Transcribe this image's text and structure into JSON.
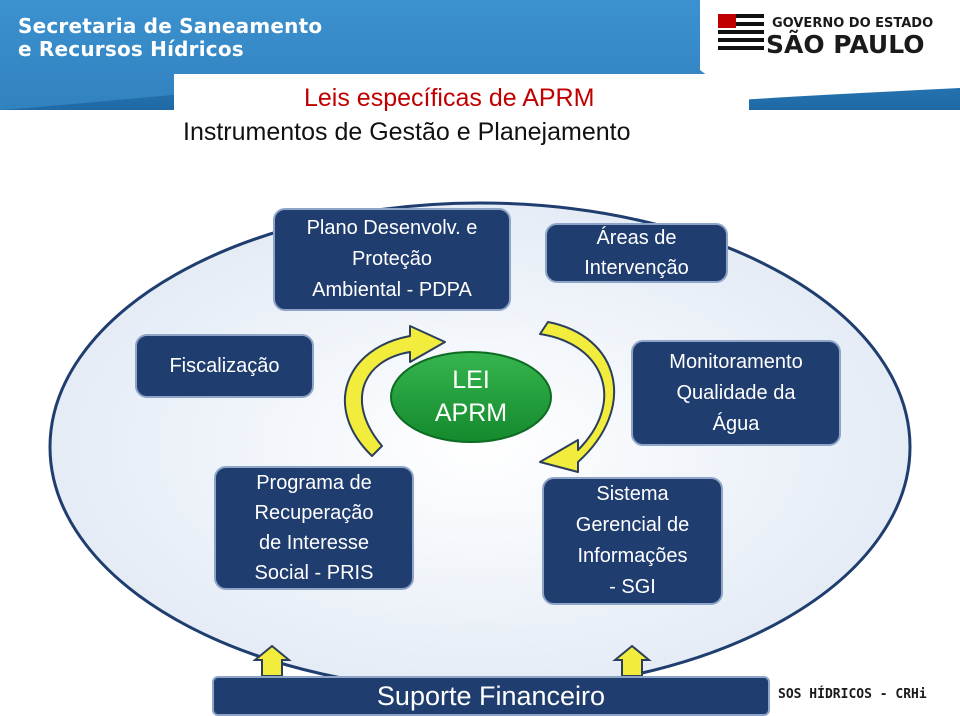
{
  "header": {
    "line1": "Secretaria de Saneamento",
    "line2": "e Recursos Hídricos",
    "gov_line1": "GOVERNO DO ESTADO",
    "gov_line2": "SÃO PAULO"
  },
  "title": {
    "line1": "Leis específicas de APRM",
    "line2": "Instrumentos de Gestão e Planejamento"
  },
  "center": {
    "line1": "LEI",
    "line2": "APRM"
  },
  "boxes": {
    "pdpa": [
      "Plano Desenvolv. e",
      "Proteção",
      "Ambiental - PDPA"
    ],
    "areas": [
      "Áreas de",
      "Intervenção"
    ],
    "fiscalizacao": [
      "Fiscalização"
    ],
    "monitoramento": [
      "Monitoramento",
      "Qualidade da",
      "Água"
    ],
    "pris": [
      "Programa de",
      "Recuperação",
      "de Interesse",
      "Social - PRIS"
    ],
    "sgi": [
      "Sistema",
      "Gerencial de",
      "Informações",
      "- SGI"
    ]
  },
  "suporte": "Suporte Financeiro",
  "footer": "SOS HÍDRICOS - CRHi",
  "colors": {
    "header_band": "#2a7ab8",
    "box_fill": "#1f3d6e",
    "box_border": "#8fa5c8",
    "oval_fill": "#e9eff8",
    "center_green": "#1d9a3a",
    "arrow_yellow": "#f2ec3c",
    "title_red": "#c00000"
  }
}
